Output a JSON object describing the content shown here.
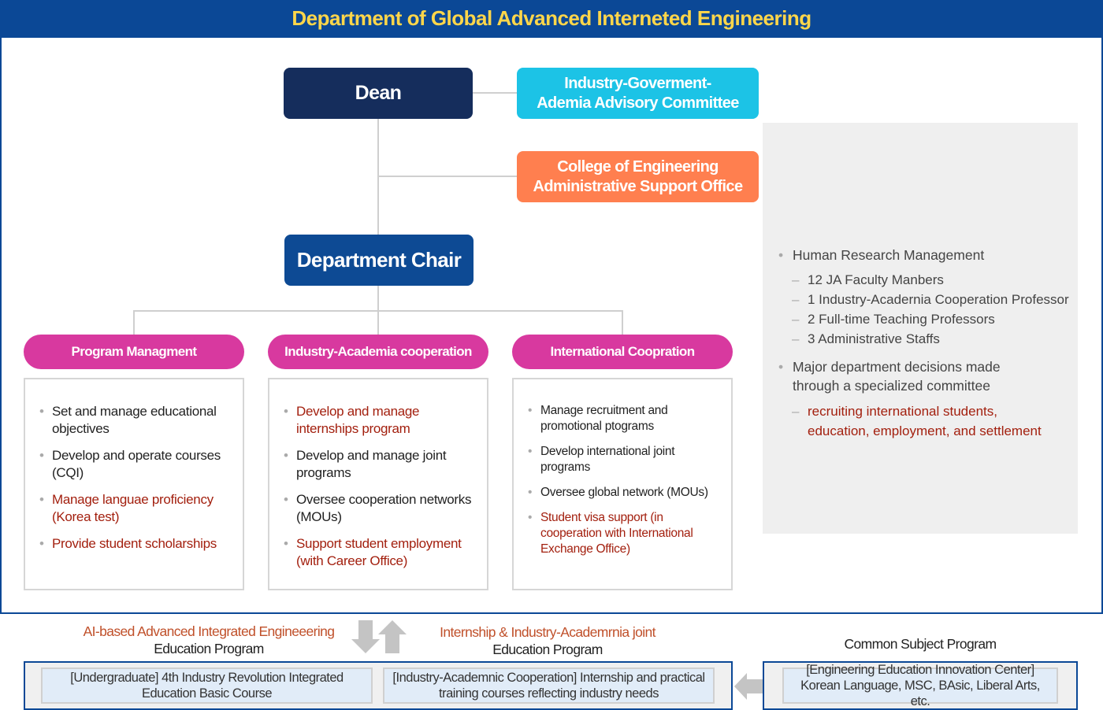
{
  "title": "Department of Global Advanced Interneted Engineering",
  "org": {
    "dean": "Dean",
    "advisory": [
      "Industry-Goverment-",
      "Ademia Advisory Committee"
    ],
    "college": [
      "College of Engineering",
      "Administrative Support Office"
    ],
    "chair": "Department Chair"
  },
  "columns": [
    {
      "label": "Program Managment",
      "items": [
        {
          "text": "Set and manage educational objectives",
          "highlight": false
        },
        {
          "text": "Develop and operate courses (CQI)",
          "highlight": false
        },
        {
          "text": "Manage languae proficiency (Korea test)",
          "highlight": true
        },
        {
          "text": "Provide student scholarships",
          "highlight": true
        }
      ]
    },
    {
      "label": "Industry-Academia cooperation",
      "items": [
        {
          "text": "Develop and manage internships program",
          "highlight": true
        },
        {
          "text": "Develop and manage joint programs",
          "highlight": false
        },
        {
          "text": "Oversee cooperation networks (MOUs)",
          "highlight": false
        },
        {
          "text": "Support student employment (with Career Office)",
          "highlight": true
        }
      ]
    },
    {
      "label": "International Coopration",
      "items": [
        {
          "text": "Manage recruitment and promotional ptograms",
          "highlight": false
        },
        {
          "text": "Develop international joint programs",
          "highlight": false
        },
        {
          "text": "Oversee global network (MOUs)",
          "highlight": false
        },
        {
          "text": "Student visa support (in cooperation with International Exchange Office)",
          "highlight": true
        }
      ]
    }
  ],
  "panel": {
    "hr": "Human Research Management",
    "hr_items": [
      "12 JA Faculty Manbers",
      "1 Industry-Acadernia Cooperation Professor",
      "2 Full-time Teaching Professors",
      "3 Administrative Staffs"
    ],
    "decisions": "Major department decisions made through a specialized committee",
    "decision_items": [
      "recruiting international students, education, employment, and settlement"
    ]
  },
  "programs": {
    "ai": {
      "title": "AI-based Advanced Integrated Engineeering",
      "sub": "Education Program",
      "course": "[Undergraduate] 4th Industry Revolution Integrated Education Basic Course"
    },
    "intern": {
      "title": "Internship & Industry-Academrnia joint",
      "sub": "Education Program",
      "course": "[Industry-Academnic Cooperation] Internship and practical training courses reflecting industry needs"
    },
    "common": {
      "title": "Common Subject Program",
      "course": "[Engineering Education Innovation Center] Korean Language, MSC, BAsic, Liberal Arts, etc."
    }
  },
  "colors": {
    "header": "#0b4896",
    "title": "#ffd64a",
    "dean": "#152d5c",
    "advisory": "#1cc3e6",
    "college": "#ff7f4f",
    "chair": "#0d4a94",
    "pill": "#d8399f",
    "highlight": "#a3200f"
  }
}
